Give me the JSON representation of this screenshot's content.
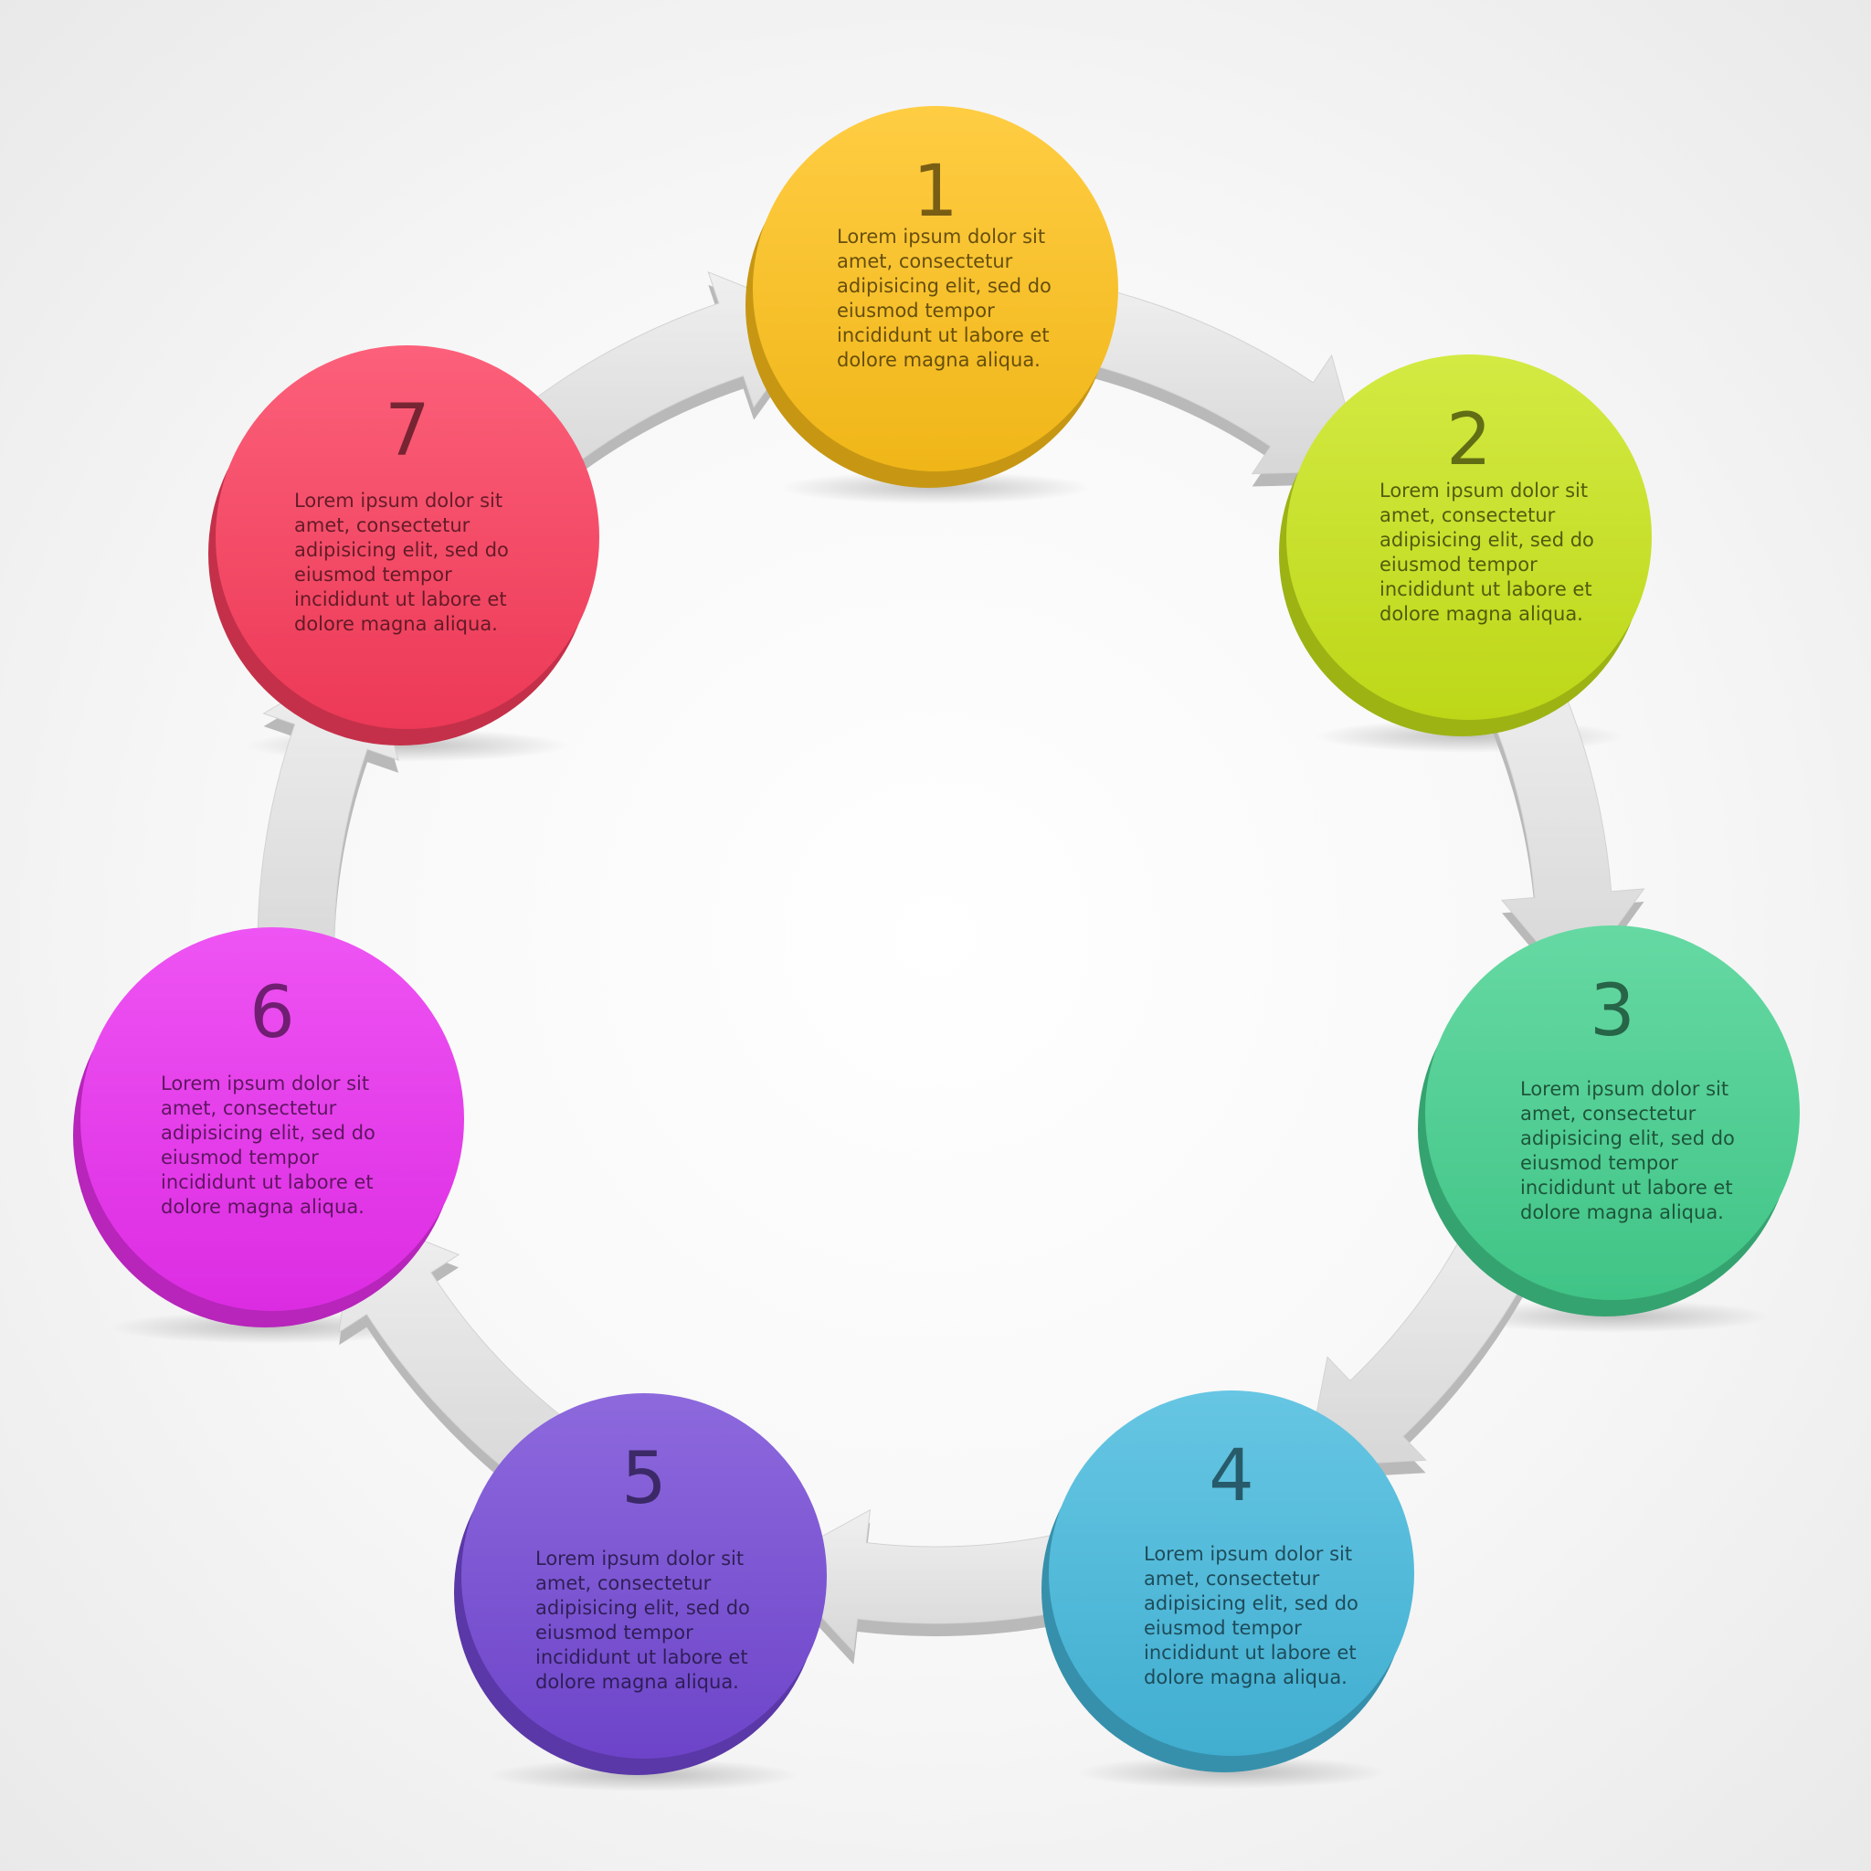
{
  "steps": [
    {
      "number": "1",
      "color": "#ffc21a",
      "lines": [
        "Lorem ipsum dolor sit",
        "amet, consectetur",
        "adipisicing elit, sed do",
        "eiusmod tempor",
        "incididunt ut labore et",
        "dolore magna aliqua."
      ]
    },
    {
      "number": "2",
      "color": "#c9e51a",
      "lines": [
        "Lorem ipsum dolor sit",
        "amet, consectetur",
        "adipisicing elit, sed do",
        "eiusmod tempor",
        "incididunt ut labore et",
        "dolore magna aliqua."
      ]
    },
    {
      "number": "3",
      "color": "#44d18f",
      "lines": [
        "Lorem ipsum dolor sit",
        "amet, consectetur",
        "adipisicing elit, sed do",
        "eiusmod tempor",
        "incididunt ut labore et",
        "dolore magna aliqua."
      ]
    },
    {
      "number": "4",
      "color": "#45b9dd",
      "lines": [
        "Lorem ipsum dolor sit",
        "amet, consectetur",
        "adipisicing elit, sed do",
        "eiusmod tempor",
        "incididunt ut labore et",
        "dolore magna aliqua."
      ]
    },
    {
      "number": "5",
      "color": "#7448d6",
      "lines": [
        "Lorem ipsum dolor sit",
        "amet, consectetur",
        "adipisicing elit, sed do",
        "eiusmod tempor",
        "incididunt ut labore et",
        "dolore magna aliqua."
      ]
    },
    {
      "number": "6",
      "color": "#ea2ff0",
      "lines": [
        "Lorem ipsum dolor sit",
        "amet, consectetur",
        "adipisicing elit, sed do",
        "eiusmod tempor",
        "incididunt ut labore et",
        "dolore magna aliqua."
      ]
    },
    {
      "number": "7",
      "color": "#fb3d5d",
      "lines": [
        "Lorem ipsum dolor sit",
        "amet, consectetur",
        "adipisicing elit, sed do",
        "eiusmod tempor",
        "incididunt ut labore et",
        "dolore magna aliqua."
      ]
    }
  ],
  "connector_color": "#e2e2e2",
  "flow": "clockwise"
}
